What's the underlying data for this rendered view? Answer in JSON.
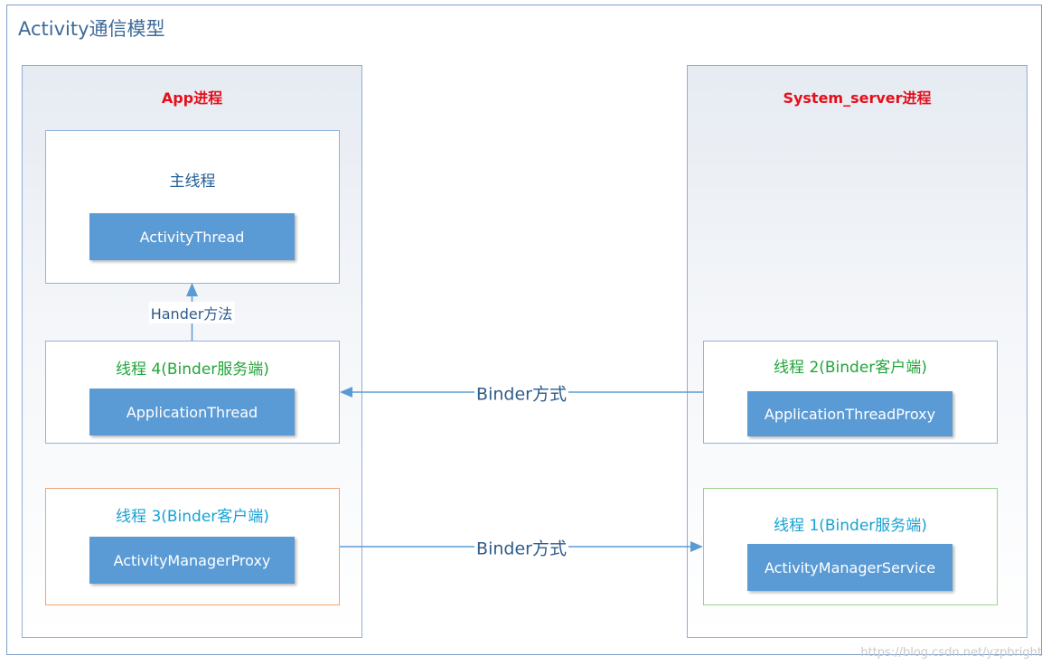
{
  "title": "Activity通信模型",
  "app_process": {
    "label": "App进程",
    "main_thread": {
      "label": "主线程",
      "component": "ActivityThread"
    },
    "thread4": {
      "label": "线程 4(Binder服务端)",
      "component": "ApplicationThread"
    },
    "thread3": {
      "label": "线程 3(Binder客户端)",
      "component": "ActivityManagerProxy"
    }
  },
  "server_process": {
    "label": "System_server进程",
    "thread2": {
      "label": "线程 2(Binder客户端)",
      "component": "ApplicationThreadProxy"
    },
    "thread1": {
      "label": "线程 1(Binder服务端)",
      "component": "ActivityManagerService"
    }
  },
  "edges": {
    "handler": "Hander方法",
    "binder_top": "Binder方式",
    "binder_bottom": "Binder方式"
  },
  "colors": {
    "process_label": "#e3101b",
    "component_fill": "#5b9bd5",
    "arrow": "#5b9bd5"
  },
  "watermark": "https://blog.csdn.net/yzpbright"
}
